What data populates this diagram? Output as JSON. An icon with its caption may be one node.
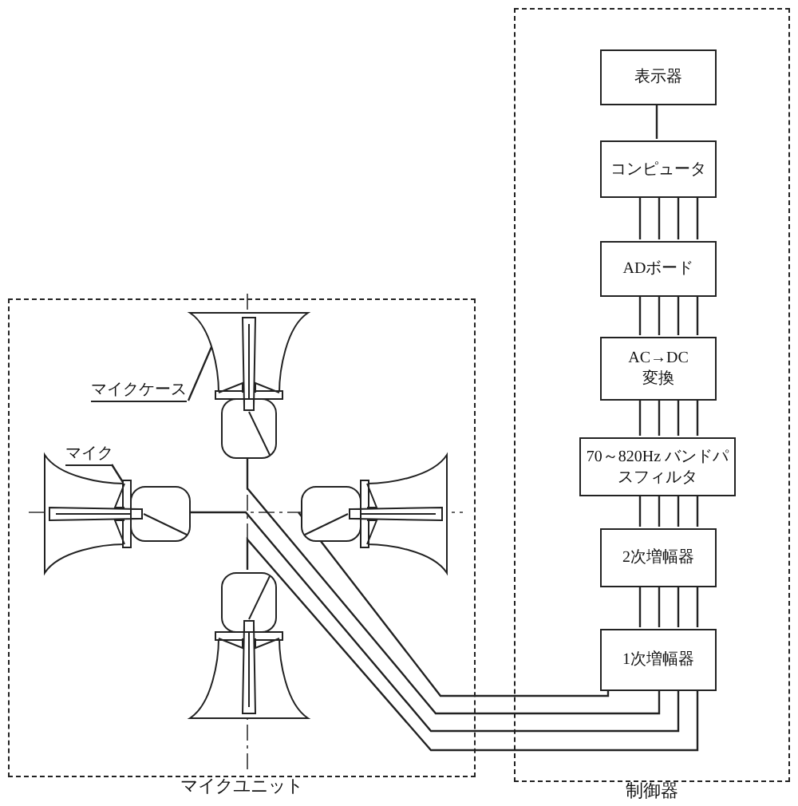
{
  "diagram": {
    "nodes": [
      {
        "text": [
          "制御器"
        ]
      },
      {
        "text": [
          "マイクユニット"
        ]
      },
      {
        "text": [
          "表示器"
        ],
        "in": 0
      },
      {
        "text": [
          "コンピュータ"
        ],
        "in": 0
      },
      {
        "text": [
          "ADボード"
        ],
        "in": 0
      },
      {
        "text": [
          "AC→DC 変換"
        ],
        "in": 0
      },
      {
        "text": [
          "70～820Hz バンドパスフィルタ"
        ],
        "in": 0
      },
      {
        "text": [
          "2次増幅器"
        ],
        "in": 0
      },
      {
        "text": [
          "1次増幅器"
        ],
        "in": 0
      },
      {
        "text": [],
        "shape": "picture",
        "in": 1
      },
      {
        "text": [],
        "shape": "picture",
        "in": 1
      },
      {
        "text": [],
        "shape": "picture",
        "in": 1
      },
      {
        "text": [],
        "shape": "picture",
        "in": 1
      },
      {
        "text": [
          "マイクケース"
        ],
        "in": 1
      },
      {
        "text": [
          "マイク"
        ],
        "in": 1
      }
    ],
    "edges": [
      {
        "from": 2,
        "to": 3,
        "arrow": "none"
      },
      {
        "from": 3,
        "to": 4,
        "arrow": "none"
      },
      {
        "from": 3,
        "to": 4,
        "arrow": "none"
      },
      {
        "from": 3,
        "to": 4,
        "arrow": "none"
      },
      {
        "from": 3,
        "to": 4,
        "arrow": "none"
      },
      {
        "from": 4,
        "to": 5,
        "arrow": "none"
      },
      {
        "from": 4,
        "to": 5,
        "arrow": "none"
      },
      {
        "from": 4,
        "to": 5,
        "arrow": "none"
      },
      {
        "from": 4,
        "to": 5,
        "arrow": "none"
      },
      {
        "from": 5,
        "to": 6,
        "arrow": "none"
      },
      {
        "from": 5,
        "to": 6,
        "arrow": "none"
      },
      {
        "from": 5,
        "to": 6,
        "arrow": "none"
      },
      {
        "from": 5,
        "to": 6,
        "arrow": "none"
      },
      {
        "from": 6,
        "to": 7,
        "arrow": "none"
      },
      {
        "from": 6,
        "to": 7,
        "arrow": "none"
      },
      {
        "from": 6,
        "to": 7,
        "arrow": "none"
      },
      {
        "from": 6,
        "to": 7,
        "arrow": "none"
      },
      {
        "from": 7,
        "to": 8,
        "arrow": "none"
      },
      {
        "from": 7,
        "to": 8,
        "arrow": "none"
      },
      {
        "from": 7,
        "to": 8,
        "arrow": "none"
      },
      {
        "from": 7,
        "to": 8,
        "arrow": "none"
      },
      {
        "from": 8,
        "to": 11,
        "arrow": "none"
      },
      {
        "from": 8,
        "to": 9,
        "arrow": "none"
      },
      {
        "from": 8,
        "to": 10,
        "arrow": "none"
      },
      {
        "from": 8,
        "to": 12,
        "arrow": "none"
      },
      {
        "from": 13,
        "to": 9,
        "arrow": "none"
      },
      {
        "from": 14,
        "to": 10,
        "arrow": "none"
      }
    ]
  }
}
